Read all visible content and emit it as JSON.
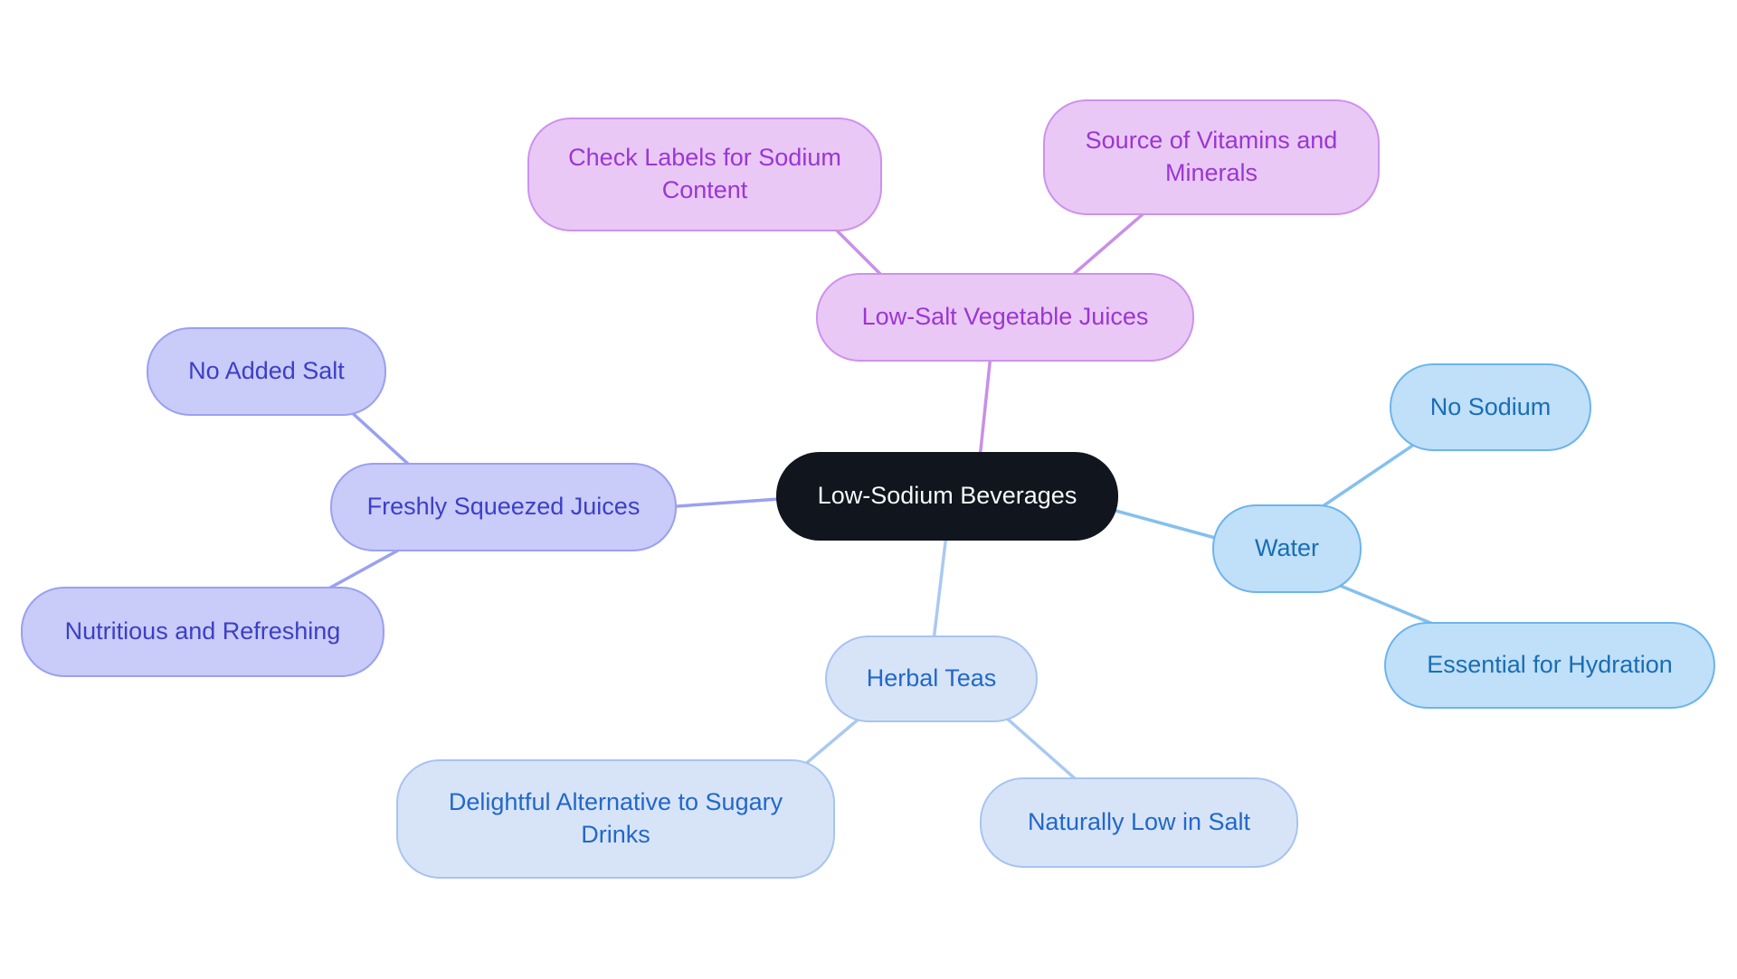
{
  "palette": {
    "background": "#ffffff",
    "root_fill": "#10151e",
    "root_text": "#f7f8fa",
    "purple_fill": "#e9c8f6",
    "purple_stroke": "#cd92ec",
    "purple_text": "#9b36d3",
    "purple_edge": "#c98fe7",
    "lavender_fill": "#c9cbf8",
    "lavender_stroke": "#9aa0f2",
    "lavender_text": "#3b3fc6",
    "lavender_edge": "#9ba0f0",
    "blue_fill": "#bfe0f8",
    "blue_stroke": "#6db4ec",
    "blue_text": "#1a6db6",
    "blue_edge": "#84c0ef",
    "paleblue_fill": "#d7e4f8",
    "paleblue_stroke": "#a7c4f0",
    "paleblue_text": "#2268c9",
    "paleblue_edge": "#aac9f1"
  },
  "mindmap": {
    "type": "mindmap",
    "root": {
      "label": "Low-Sodium Beverages"
    },
    "branches": {
      "vegetable_juices": {
        "label": "Low-Salt Vegetable Juices",
        "color": "purple",
        "children": {
          "check_labels": {
            "label": "Check Labels for Sodium Content"
          },
          "vitamins": {
            "label": "Source of Vitamins and Minerals"
          }
        }
      },
      "fresh_juices": {
        "label": "Freshly Squeezed Juices",
        "color": "lavender",
        "children": {
          "no_added_salt": {
            "label": "No Added Salt"
          },
          "nutritious": {
            "label": "Nutritious and Refreshing"
          }
        }
      },
      "water": {
        "label": "Water",
        "color": "blue",
        "children": {
          "no_sodium": {
            "label": "No Sodium"
          },
          "hydration": {
            "label": "Essential for Hydration"
          }
        }
      },
      "herbal_teas": {
        "label": "Herbal Teas",
        "color": "paleblue",
        "children": {
          "sugary_alternative": {
            "label": "Delightful Alternative to Sugary Drinks"
          },
          "naturally_low": {
            "label": "Naturally Low in Salt"
          }
        }
      }
    }
  }
}
